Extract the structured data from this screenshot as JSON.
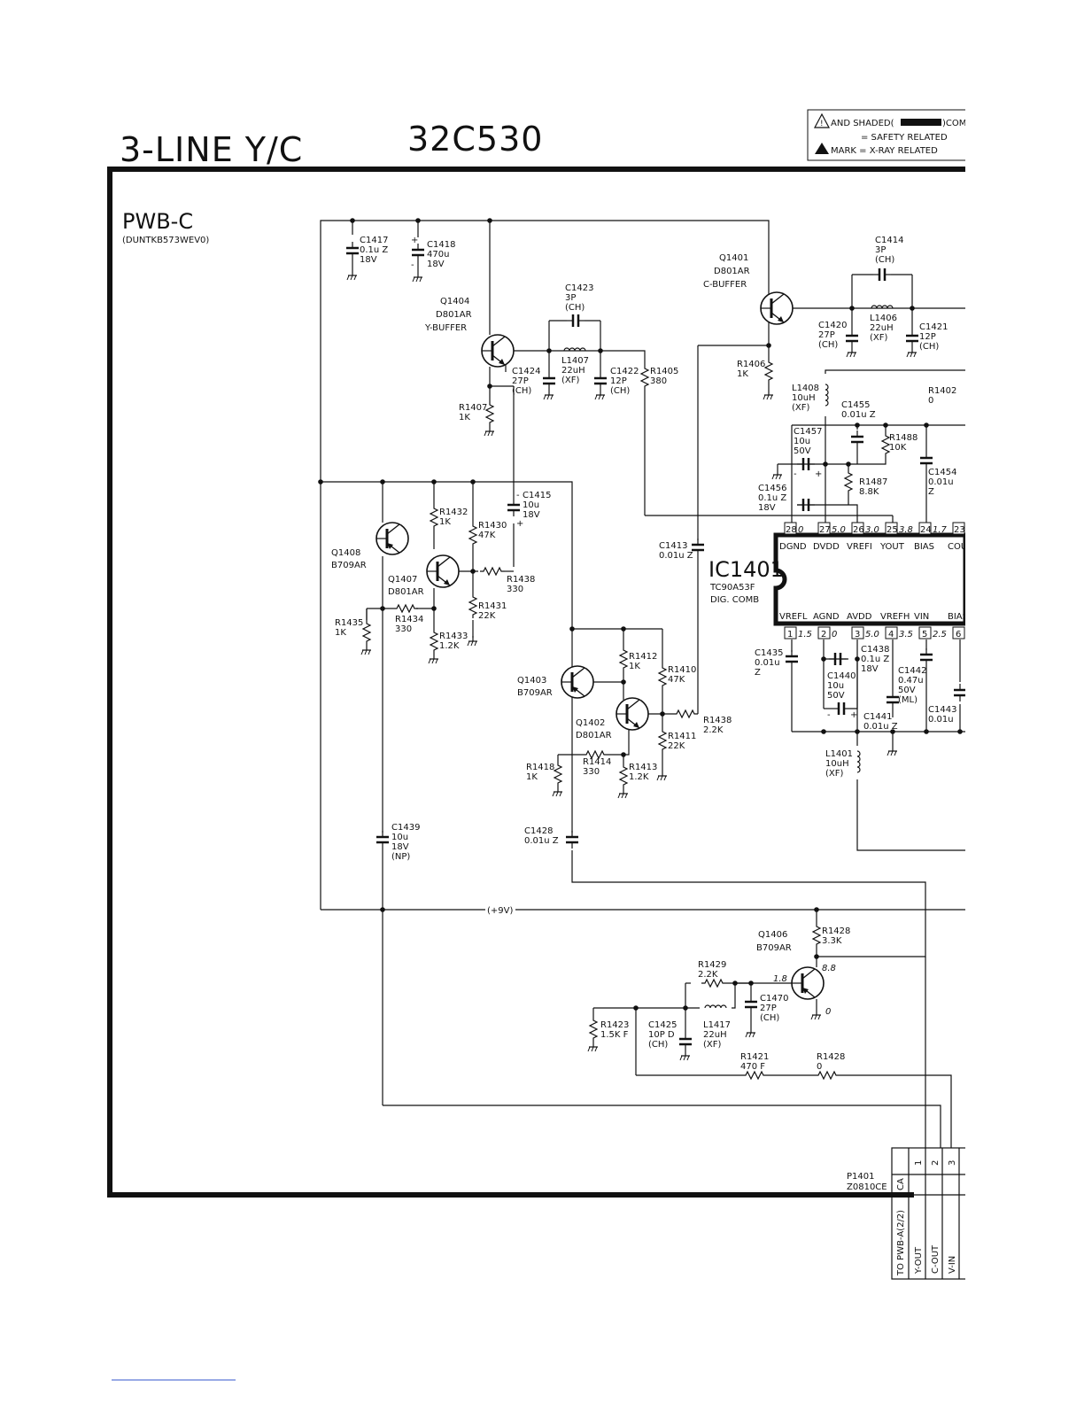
{
  "header": {
    "title": "3-LINE Y/C",
    "model": "32C530",
    "legend": {
      "line1_a": "AND SHADED(",
      "line1_b": ")COM",
      "line2": "= SAFETY RELATED",
      "line3": "MARK = X-RAY RELATED"
    }
  },
  "board": {
    "name": "PWB-C",
    "code": "(DUNTKB573WEV0)"
  },
  "ic": {
    "ref": "IC1401",
    "part": "TC90A53F",
    "desc": "DIG. COMB",
    "top_pins": [
      {
        "num": "28",
        "name": "DGND",
        "v": "0"
      },
      {
        "num": "27",
        "name": "DVDD",
        "v": "5.0"
      },
      {
        "num": "26",
        "name": "VREFI",
        "v": "3.0"
      },
      {
        "num": "25",
        "name": "YOUT",
        "v": "3.8"
      },
      {
        "num": "24",
        "name": "BIAS",
        "v": "1.7"
      },
      {
        "num": "23",
        "name": "COU"
      }
    ],
    "bottom_pins": [
      {
        "num": "1",
        "name": "VREFL",
        "v": "1.5"
      },
      {
        "num": "2",
        "name": "AGND",
        "v": "0"
      },
      {
        "num": "3",
        "name": "AVDD",
        "v": "5.0"
      },
      {
        "num": "4",
        "name": "VREFH",
        "v": "3.5"
      },
      {
        "num": "5",
        "name": "VIN",
        "v": "2.5"
      },
      {
        "num": "6",
        "name": "BIAS"
      }
    ]
  },
  "transistors": {
    "q1404": {
      "ref": "Q1404",
      "part": "D801AR",
      "func": "Y-BUFFER"
    },
    "q1401": {
      "ref": "Q1401",
      "part": "D801AR",
      "func": "C-BUFFER"
    },
    "q1408": {
      "ref": "Q1408",
      "part": "B709AR"
    },
    "q1407": {
      "ref": "Q1407",
      "part": "D801AR"
    },
    "q1403": {
      "ref": "Q1403",
      "part": "B709AR"
    },
    "q1402": {
      "ref": "Q1402",
      "part": "D801AR"
    },
    "q1406": {
      "ref": "Q1406",
      "part": "B709AR",
      "vb": "1.8",
      "ve": "8.8",
      "vc": "0"
    }
  },
  "components": {
    "c1417": [
      "C1417",
      "0.1u Z",
      "18V"
    ],
    "c1418": [
      "C1418",
      "470u",
      "18V"
    ],
    "c1423": [
      "C1423",
      "3P",
      "(CH)"
    ],
    "l1407": [
      "L1407",
      "22uH",
      "(XF)"
    ],
    "c1424": [
      "C1424",
      "27P",
      "(CH)"
    ],
    "c1422": [
      "C1422",
      "12P",
      "(CH)"
    ],
    "r1405": [
      "R1405",
      "380"
    ],
    "r1407": [
      "R1407",
      "1K"
    ],
    "c1414": [
      "C1414",
      "3P",
      "(CH)"
    ],
    "c1420": [
      "C1420",
      "27P",
      "(CH)"
    ],
    "l1406": [
      "L1406",
      "22uH",
      "(XF)"
    ],
    "c1421": [
      "C1421",
      "12P",
      "(CH)"
    ],
    "r1406": [
      "R1406",
      "1K"
    ],
    "l1408": [
      "L1408",
      "10uH",
      "(XF)"
    ],
    "r1402": [
      "R1402",
      "0"
    ],
    "c1455": [
      "C1455",
      "0.01u Z"
    ],
    "c1457": [
      "C1457",
      "10u",
      "50V"
    ],
    "r1488": [
      "R1488",
      "10K"
    ],
    "r1487": [
      "R1487",
      "8.8K"
    ],
    "c1454": [
      "C1454",
      "0.01u",
      "Z"
    ],
    "c1456": [
      "C1456",
      "0.1u Z",
      "18V"
    ],
    "c1415": [
      "C1415",
      "10u",
      "18V"
    ],
    "r1432": [
      "R1432",
      "1K"
    ],
    "r1430": [
      "R1430",
      "47K"
    ],
    "r1438a": [
      "R1438",
      "330"
    ],
    "r1431": [
      "R1431",
      "22K"
    ],
    "r1435": [
      "R1435",
      "1K"
    ],
    "r1434": [
      "R1434",
      "330"
    ],
    "r1433": [
      "R1433",
      "1.2K"
    ],
    "c1413": [
      "C1413",
      "0.01u Z"
    ],
    "r1412": [
      "R1412",
      "1K"
    ],
    "r1410": [
      "R1410",
      "47K"
    ],
    "r1438b": [
      "R1438",
      "2.2K"
    ],
    "r1411": [
      "R1411",
      "22K"
    ],
    "r1418": [
      "R1418",
      "1K"
    ],
    "r1414": [
      "R1414",
      "330"
    ],
    "r1413": [
      "R1413",
      "1.2K"
    ],
    "c1435": [
      "C1435",
      "0.01u",
      "Z"
    ],
    "c1438": [
      "C1438",
      "0.1u Z",
      "18V"
    ],
    "c1440": [
      "C1440",
      "10u",
      "50V"
    ],
    "c1442": [
      "C1442",
      "0.47u",
      "50V",
      "(ML)"
    ],
    "c1441": [
      "C1441",
      "0.01u Z"
    ],
    "c1443": [
      "C1443",
      "0.01u"
    ],
    "l1401": [
      "L1401",
      "10uH",
      "(XF)"
    ],
    "c1439": [
      "C1439",
      "10u",
      "18V",
      "(NP)"
    ],
    "c1428": [
      "C1428",
      "0.01u Z"
    ],
    "r1428a": [
      "R1428",
      "3.3K"
    ],
    "r1429": [
      "R1429",
      "2.2K"
    ],
    "c1470": [
      "C1470",
      "27P",
      "(CH)"
    ],
    "r1423": [
      "R1423",
      "1.5K F"
    ],
    "c1425": [
      "C1425",
      "10P D",
      "(CH)"
    ],
    "l1417": [
      "L1417",
      "22uH",
      "(XF)"
    ],
    "r1421": [
      "R1421",
      "470 F"
    ],
    "r1428b": [
      "R1428",
      "0"
    ]
  },
  "rail": "(+9V)",
  "connector": {
    "ref": "P1401",
    "part": "Z0810CE",
    "ca": "CA",
    "to": "TO PWB-A(2/2)",
    "pins": [
      {
        "num": "1",
        "sig": "Y-OUT"
      },
      {
        "num": "2",
        "sig": "C-OUT"
      },
      {
        "num": "3",
        "sig": "V-IN"
      }
    ]
  }
}
